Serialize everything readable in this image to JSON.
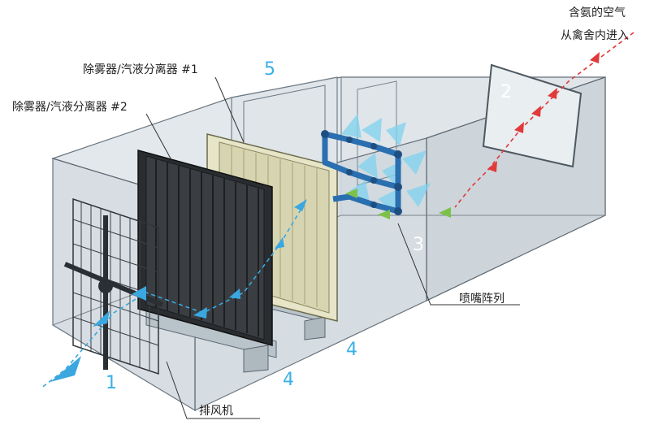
{
  "labels": {
    "inlet_line1": "含氨的空气",
    "inlet_line2": "从禽舍内进入",
    "demister1": "除雾器/汽液分离器 #1",
    "demister2": "除雾器/汽液分离器 #2",
    "nozzle_array": "喷嘴阵列",
    "exhaust_fan": "排风机"
  },
  "callouts": {
    "n1": "1",
    "n2": "2",
    "n3": "3",
    "n4a": "4",
    "n4b": "4",
    "n5": "5"
  },
  "colors": {
    "housing_fill": "#d6dde2",
    "housing_stroke": "#5b6670",
    "inlet_arrow": "#e03a3a",
    "spray": "#7fd3f0",
    "pipe": "#2a6fb0",
    "flow_arrow_green": "#7cc24a",
    "flow_arrow_blue": "#3aa7e0",
    "callout": "#3ab0e6"
  }
}
